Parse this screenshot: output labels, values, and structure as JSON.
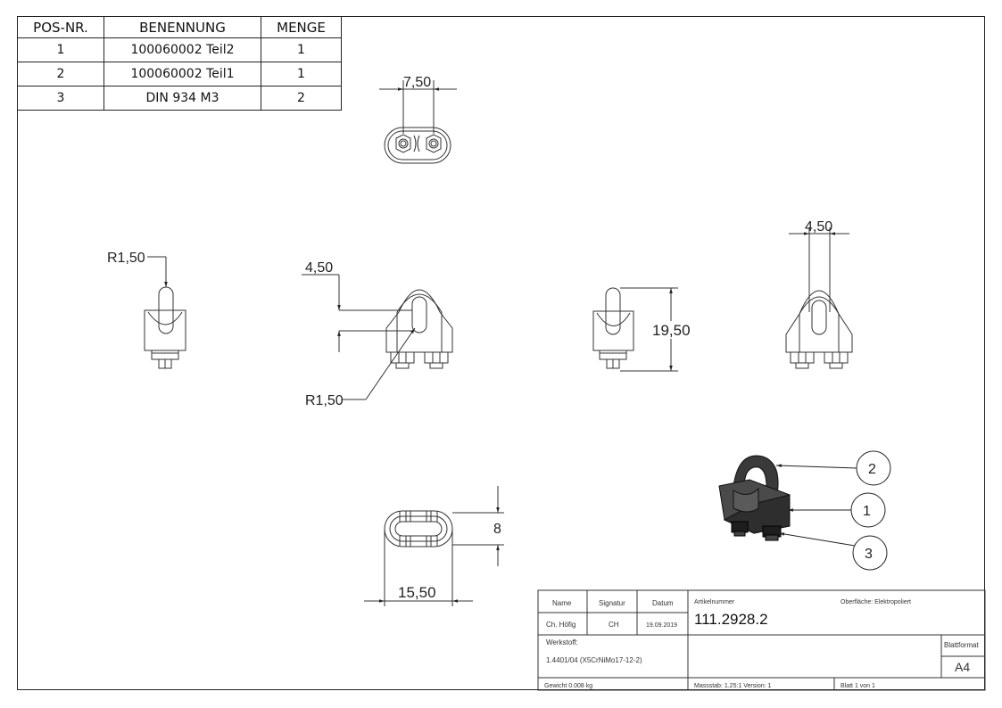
{
  "bom": {
    "headers": [
      "POS-NR.",
      "BENENNUNG",
      "MENGE"
    ],
    "rows": [
      {
        "pos": "1",
        "name": "100060002 Teil2",
        "qty": "1"
      },
      {
        "pos": "2",
        "name": "100060002 Teil1",
        "qty": "1"
      },
      {
        "pos": "3",
        "name": "DIN 934 M3",
        "qty": "2"
      }
    ]
  },
  "dimensions": {
    "top_width": "7,50",
    "radius_left": "R1,50",
    "front_slot": "4,50",
    "front_radius": "R1,50",
    "side_height": "19,50",
    "right_width": "4,50",
    "bottom_height": "8",
    "bottom_width": "15,50"
  },
  "balloons": {
    "b2": "2",
    "b1": "1",
    "b3": "3"
  },
  "title_block": {
    "name_label": "Name",
    "signatur_label": "Signatur",
    "datum_label": "Datum",
    "name_value": "Ch. Höfig",
    "signatur_value": "CH",
    "datum_value": "19.09.2019",
    "artikel_label": "Artikelnummer",
    "artikel_value": "111.2928.2",
    "oberflaeche": "Oberfläche:  Elektropoliert",
    "werkstoff_label": "Werkstoff:",
    "werkstoff_value": "1.4401/04 (X5CrNiMo17-12-2)",
    "blattformat_label": "Blattformat",
    "blattformat_value": "A4",
    "gewicht": "Gewicht 0.008 kg",
    "massstab": "Massstab: 1.25:1   Version: 1",
    "blatt": "Blatt 1 von 1"
  }
}
